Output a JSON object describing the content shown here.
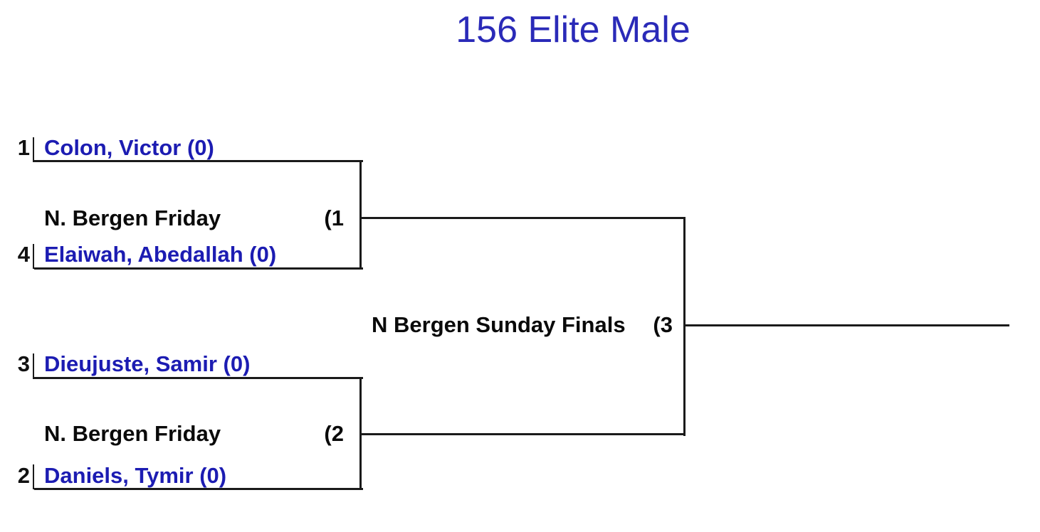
{
  "page": {
    "title": "156 Elite Male"
  },
  "colors": {
    "title_text": "#2a2ab8",
    "participant_text": "#1c1cb2",
    "label_text": "#0a0a0a",
    "seed_text": "#111111",
    "line": "#1a1a1a",
    "background": "#ffffff"
  },
  "bracket": {
    "semifinal1": {
      "top": {
        "seed": "1",
        "name": "Colon, Victor (0)"
      },
      "bottom": {
        "seed": "4",
        "name": "Elaiwah, Abedallah (0)"
      },
      "event": "N. Bergen Friday",
      "bout": "(1"
    },
    "semifinal2": {
      "top": {
        "seed": "3",
        "name": "Dieujuste, Samir (0)"
      },
      "bottom": {
        "seed": "2",
        "name": "Daniels, Tymir (0)"
      },
      "event": "N. Bergen Friday",
      "bout": "(2"
    },
    "final": {
      "event": "N Bergen Sunday Finals",
      "bout": "(3"
    }
  }
}
